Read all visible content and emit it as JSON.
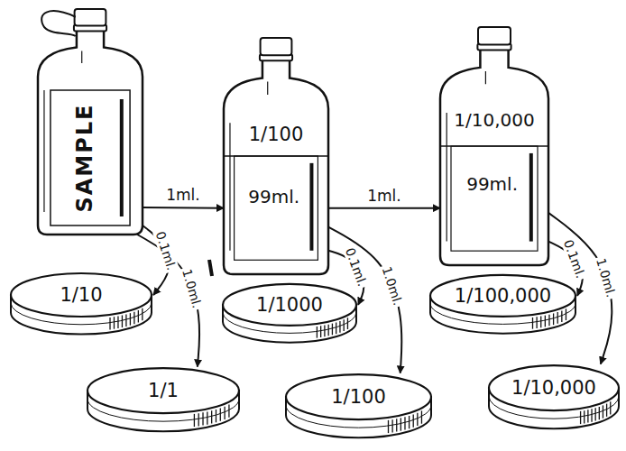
{
  "diagram": {
    "nodes": [
      {
        "text": [
          "SAMPLE"
        ]
      },
      {
        "text": [
          "1/100",
          "99ml."
        ]
      },
      {
        "text": [
          "1/10,000",
          "99ml."
        ]
      },
      {
        "text": [
          "1/10"
        ]
      },
      {
        "text": [
          "1/1000"
        ]
      },
      {
        "text": [
          "1/100,000"
        ]
      },
      {
        "text": [
          "1/1"
        ]
      },
      {
        "text": [
          "1/100"
        ]
      },
      {
        "text": [
          "1/10,000"
        ]
      }
    ],
    "edges": [
      {
        "from": 0,
        "to": 1,
        "arrow": "to",
        "label": "1ml."
      },
      {
        "from": 1,
        "to": 2,
        "arrow": "to",
        "label": "1ml."
      },
      {
        "from": 0,
        "to": 3,
        "arrow": "to",
        "label": "0.1ml."
      },
      {
        "from": 0,
        "to": 6,
        "arrow": "to",
        "label": "1.0ml."
      },
      {
        "from": 1,
        "to": 4,
        "arrow": "to",
        "label": "0.1ml."
      },
      {
        "from": 1,
        "to": 7,
        "arrow": "to",
        "label": "1.0ml."
      },
      {
        "from": 2,
        "to": 5,
        "arrow": "to",
        "label": "0.1ml."
      },
      {
        "from": 2,
        "to": 8,
        "arrow": "to",
        "label": "1.0ml."
      }
    ]
  }
}
